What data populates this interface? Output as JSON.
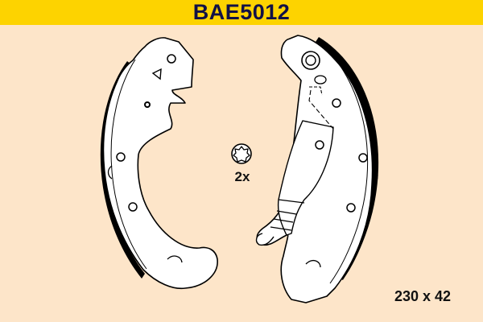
{
  "header": {
    "part_number": "BAE5012",
    "background_color": "#fdd300",
    "text_color": "#111146"
  },
  "canvas": {
    "background_color": "#fde5c9"
  },
  "drawing": {
    "subject": "brake shoe set",
    "parts": [
      {
        "name": "left-brake-shoe"
      },
      {
        "name": "right-brake-shoe-with-adjuster-lever"
      }
    ],
    "hardware_icon": "torx-screw-icon",
    "quantity_label": "2x"
  },
  "dimensions": {
    "label": "230 x 42"
  }
}
